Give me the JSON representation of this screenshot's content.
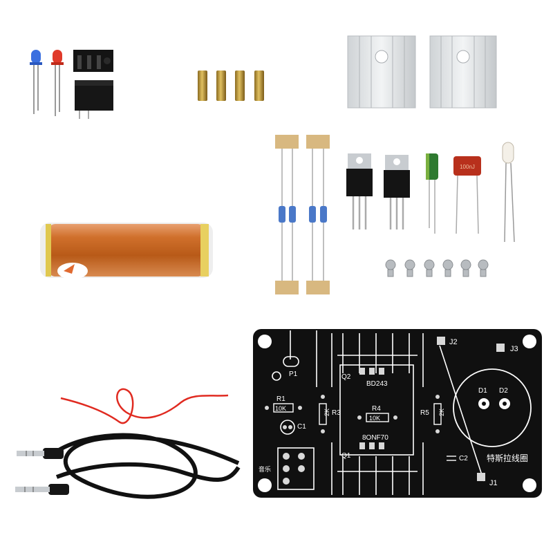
{
  "scene": {
    "description_items": [
      "blue-led",
      "red-led",
      "audio-jack",
      "brass-standoffs",
      "heatsinks",
      "resistors",
      "transistors",
      "electrolytic-capacitor",
      "film-capacitor",
      "neon-bulb",
      "screws",
      "tesla-coil",
      "aux-cable",
      "red-wire",
      "pcb"
    ]
  },
  "capacitor": {
    "film_marking": "100nJ"
  },
  "pcb": {
    "labels": {
      "j1": "J1",
      "j2": "J2",
      "j3": "J3",
      "q1": "Q1",
      "q2": "Q2",
      "q1_part": "8ONF70",
      "q2_part": "BD243",
      "p1": "P1",
      "r1": "R1",
      "r1_value": "10K",
      "r3": "R3",
      "r3_value": "2K",
      "r4": "R4",
      "r4_value": "10K",
      "r5": "R5",
      "r5_value": "2K",
      "c1": "C1",
      "c2": "C2",
      "d1": "D1",
      "d2": "D2",
      "music": "音乐",
      "title": "特斯拉线圈"
    },
    "colors": {
      "board": "#101010",
      "silk": "#ffffff",
      "pad": "#d8d8d8"
    }
  },
  "coil": {
    "wire_color": "#c8641e"
  }
}
